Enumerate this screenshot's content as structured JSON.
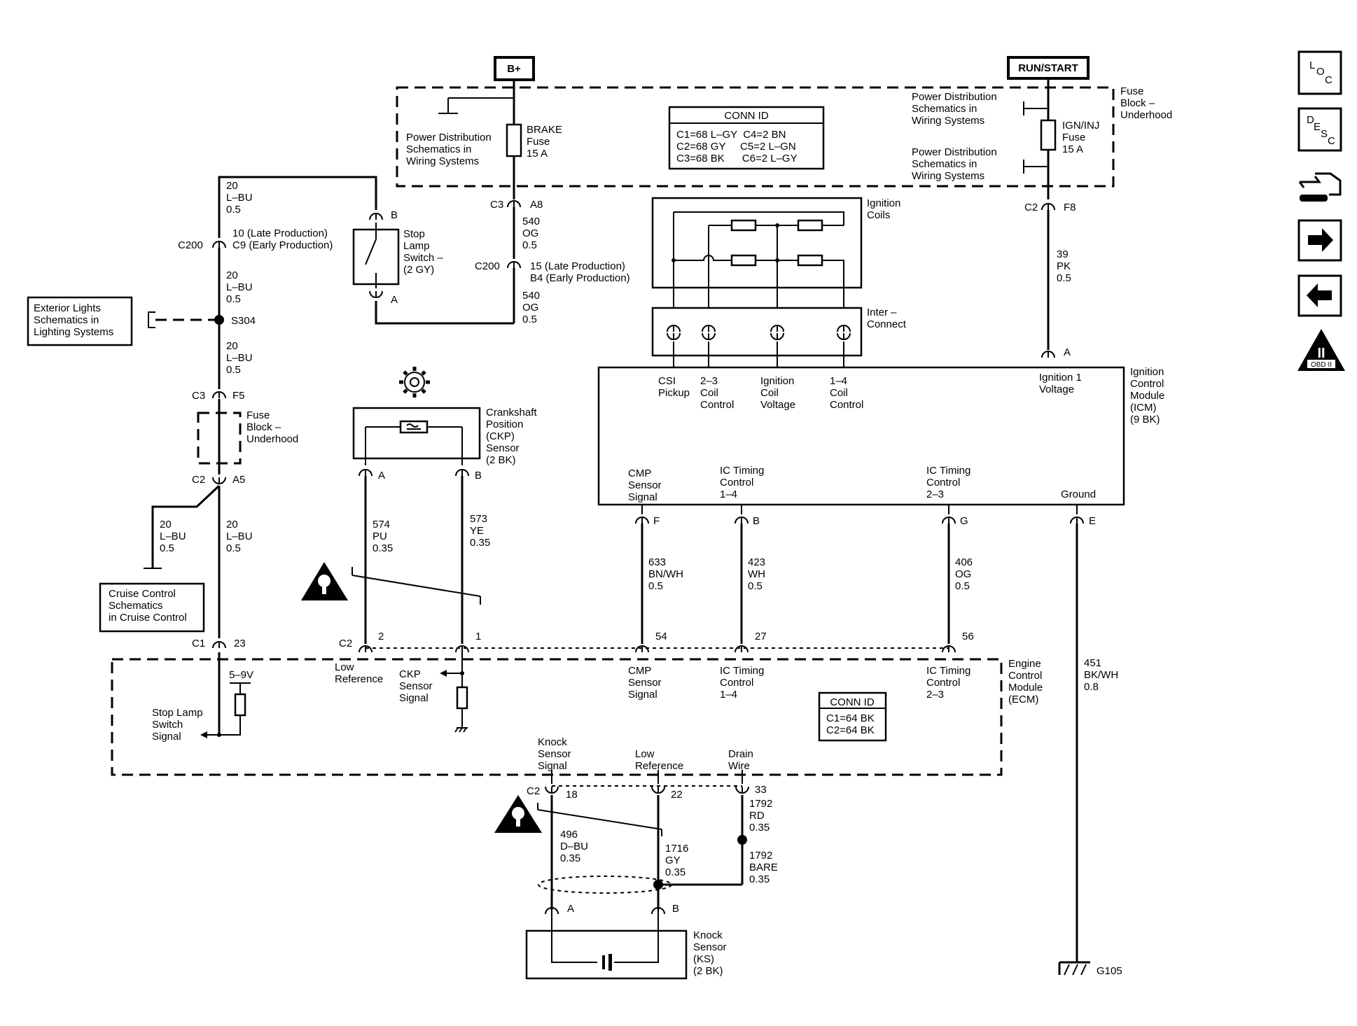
{
  "sources": {
    "bplus": "B+",
    "run_start": "RUN/START"
  },
  "fuse_block_top": {
    "label": [
      "Fuse",
      "Block –",
      "Underhood"
    ]
  },
  "power_dist_left": [
    "Power Distribution",
    "Schematics in",
    "Wiring Systems"
  ],
  "power_dist_right_1": [
    "Power Distribution",
    "Schematics in",
    "Wiring Systems"
  ],
  "power_dist_right_2": [
    "Power Distribution",
    "Schematics in",
    "Wiring Systems"
  ],
  "brake_fuse": [
    "BRAKE",
    "Fuse",
    "15 A"
  ],
  "ign_fuse": [
    "IGN/INJ",
    "Fuse",
    "15 A"
  ],
  "conn_id_top": {
    "title": "CONN ID",
    "rows": [
      "C1=68 L–GY  C4=2 BN",
      "C2=68 GY     C5=2 L–GN",
      "C3=68 BK      C6=2 L–GY"
    ]
  },
  "conn_id_ecm": {
    "title": "CONN ID",
    "rows": [
      "C1=64 BK",
      "C2=64 BK"
    ]
  },
  "ignition_coils": [
    "Ignition",
    "Coils"
  ],
  "interconnect": [
    "Inter –",
    "Connect"
  ],
  "icm": {
    "name": [
      "Ignition",
      "Control",
      "Module",
      "(ICM)",
      "(9 BK)"
    ],
    "pins_top": [
      {
        "label": [
          "CSI",
          "Pickup"
        ]
      },
      {
        "label": [
          "2–3",
          "Coil",
          "Control"
        ]
      },
      {
        "label": [
          "Ignition",
          "Coil",
          "Voltage"
        ]
      },
      {
        "label": [
          "1–4",
          "Coil",
          "Control"
        ]
      },
      {
        "label": [
          "Ignition 1",
          "Voltage"
        ]
      }
    ],
    "pins_bottom": [
      {
        "label": [
          "CMP",
          "Sensor",
          "Signal"
        ],
        "pin": "F",
        "wire": [
          "633",
          "BN/WH",
          "0.5"
        ],
        "ecm_pin": "54"
      },
      {
        "label": [
          "IC Timing",
          "Control",
          "1–4"
        ],
        "pin": "B",
        "wire": [
          "423",
          "WH",
          "0.5"
        ],
        "ecm_pin": "27"
      },
      {
        "label": [
          "IC Timing",
          "Control",
          "2–3"
        ],
        "pin": "G",
        "wire": [
          "406",
          "OG",
          "0.5"
        ],
        "ecm_pin": "56"
      },
      {
        "label": [
          "Ground"
        ],
        "pin": "E"
      }
    ]
  },
  "ign_feed": {
    "c2": "C2",
    "f8": "F8",
    "wire": [
      "39",
      "PK",
      "0.5"
    ],
    "pin_a": "A"
  },
  "brake_feed": {
    "c3": "C3",
    "a8": "A8",
    "wire1": [
      "540",
      "OG",
      "0.5"
    ],
    "c200": "C200",
    "pin15": [
      "15 (Late Production)",
      "B4 (Early Production)"
    ],
    "wire2": [
      "540",
      "OG",
      "0.5"
    ]
  },
  "stop_lamp": {
    "wire_top": [
      "20",
      "L–BU",
      "0.5"
    ],
    "c200": "C200",
    "pin10": [
      "10 (Late Production)",
      "C9 (Early Production)"
    ],
    "switch": [
      "Stop",
      "Lamp",
      "Switch –",
      "(2 GY)"
    ],
    "pin_b": "B",
    "pin_a": "A",
    "wire_2": [
      "20",
      "L–BU",
      "0.5"
    ],
    "splice": "S304",
    "wire_3": [
      "20",
      "L–BU",
      "0.5"
    ],
    "c3": "C3",
    "f5": "F5",
    "fuse_block": [
      "Fuse",
      "Block –",
      "Underhood"
    ],
    "c2": "C2",
    "a5": "A5",
    "wire_4": [
      "20",
      "L–BU",
      "0.5"
    ],
    "wire_branch": [
      "20",
      "L–BU",
      "0.5"
    ],
    "c1": "C1",
    "pin23": "23",
    "voltage": "5–9V",
    "signal": [
      "Stop Lamp",
      "Switch",
      "Signal"
    ]
  },
  "exterior_lights": [
    "Exterior Lights",
    "Schematics in",
    "Lighting Systems"
  ],
  "cruise_control": [
    "Cruise Control",
    "Schematics",
    "in Cruise Control"
  ],
  "ckp": {
    "name": [
      "Crankshaft",
      "Position",
      "(CKP)",
      "Sensor",
      "(2 BK)"
    ],
    "pin_a": "A",
    "pin_b": "B",
    "wire_a": [
      "574",
      "PU",
      "0.35"
    ],
    "wire_b": [
      "573",
      "YE",
      "0.35"
    ],
    "c2": "C2",
    "pin2": "2",
    "pin1": "1",
    "low_ref": [
      "Low",
      "Reference"
    ],
    "signal": [
      "CKP",
      "Sensor",
      "Signal"
    ]
  },
  "ecm": {
    "name": [
      "Engine",
      "Control",
      "Module",
      "(ECM)"
    ]
  },
  "knock": {
    "labels": [
      [
        "Knock",
        "Sensor",
        "Signal"
      ],
      [
        "Low",
        "Reference"
      ],
      [
        "Drain",
        "Wire"
      ]
    ],
    "c2": "C2",
    "pin18": "18",
    "pin22": "22",
    "pin33": "33",
    "wire_rd": [
      "1792",
      "RD",
      "0.35"
    ],
    "wire_dbu": [
      "496",
      "D–BU",
      "0.35"
    ],
    "wire_gy": [
      "1716",
      "GY",
      "0.35"
    ],
    "wire_bare": [
      "1792",
      "BARE",
      "0.35"
    ],
    "pin_a": "A",
    "pin_b": "B",
    "sensor": [
      "Knock",
      "Sensor",
      "(KS)",
      "(2 BK)"
    ]
  },
  "ground": {
    "wire": [
      "451",
      "BK/WH",
      "0.8"
    ],
    "name": "G105"
  },
  "side_nav": {
    "loc": [
      "L",
      "O",
      "C"
    ],
    "desc": [
      "D",
      "E",
      "S",
      "C"
    ],
    "obd": "OBD II",
    "obd_num": "II"
  }
}
